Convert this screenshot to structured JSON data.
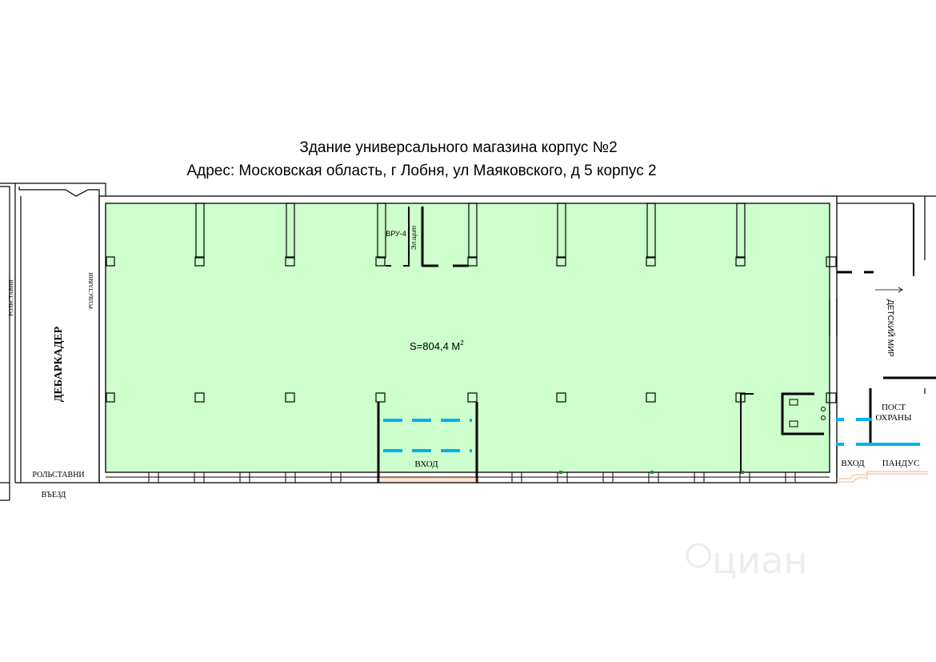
{
  "header": {
    "title": "Здание универсального магазина корпус №2",
    "address": "Адрес: Московская область, г Лобня, ул Маяковского, д 5 корпус 2"
  },
  "plan": {
    "area_label": "S=804,4 М",
    "area_superscript": "2",
    "vru_label": "ВРУ-4",
    "shield_label": "Эл.щит",
    "entrance_main": "ВХОД",
    "loading_dock": "ДЕБАРКАДЕР",
    "shutters_left_outer": "РОЛЬСТАВНИ",
    "shutters_left_inner": "РОЛЬСТАВНИ",
    "shutters_bottom": "РОЛЬСТАВНИ",
    "drive_in": "ВЪЕЗД",
    "kids_store": "ДЕТСКИЙ МИР",
    "security_post_line1": "ПОСТ",
    "security_post_line2": "ОХРАНЫ",
    "entrance_side": "ВХОД",
    "ramp": "ПАНДУС"
  },
  "watermark": {
    "text": "циан"
  },
  "colors": {
    "hall_fill": "#ccffcc",
    "wall": "#000000",
    "door_blue": "#00b0f0",
    "ramp_orange": "#f4b183"
  }
}
